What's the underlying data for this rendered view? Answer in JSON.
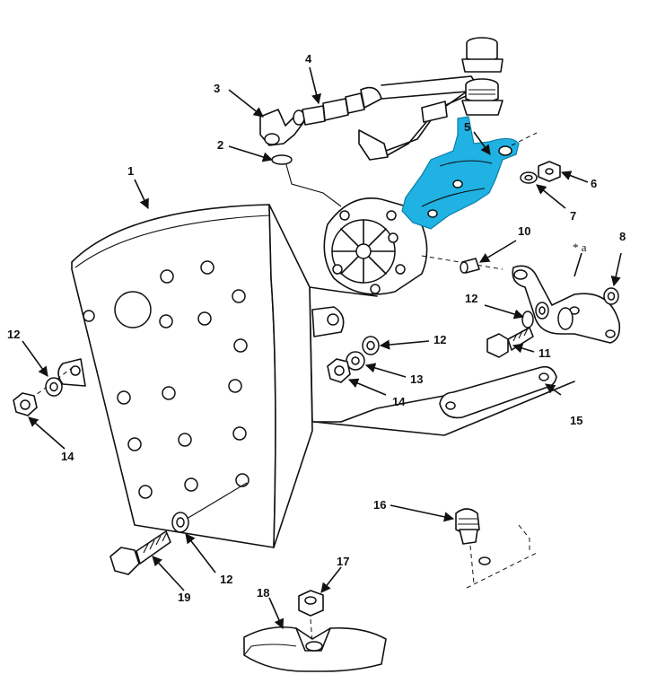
{
  "diagram": {
    "highlight_color": "#1fb2e3",
    "highlighted_item": "5",
    "callouts": [
      "1",
      "2",
      "3",
      "4",
      "5",
      "6",
      "7",
      "8",
      "10",
      "12",
      "12",
      "12",
      "12",
      "12",
      "13",
      "14",
      "14",
      "11",
      "15",
      "16",
      "17",
      "18",
      "19",
      "* a"
    ]
  }
}
